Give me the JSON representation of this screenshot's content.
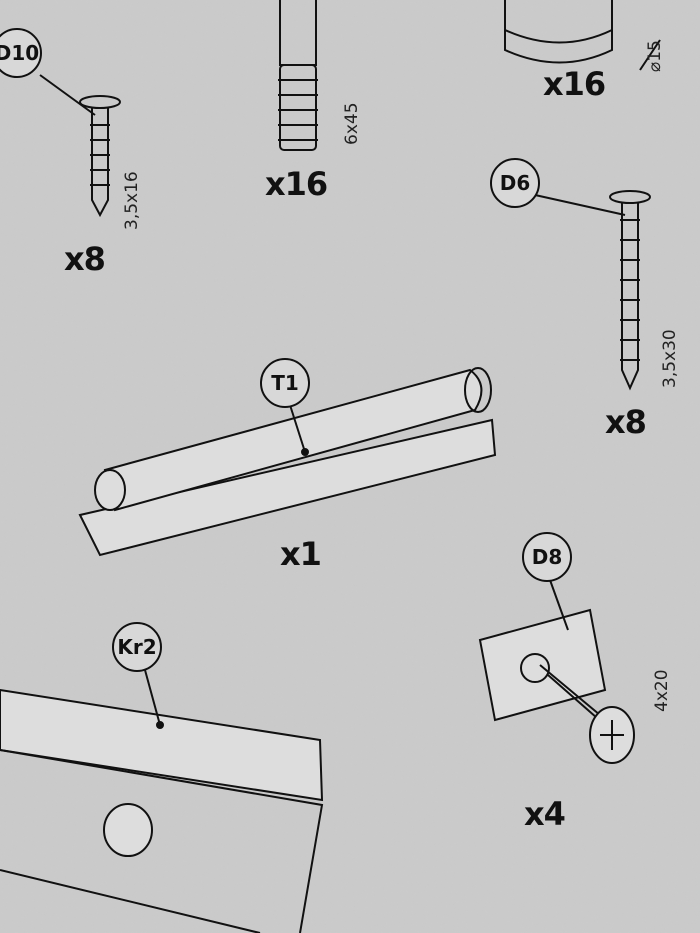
{
  "parts": [
    {
      "id": "D10",
      "size": "3,5x16",
      "qty": "x8"
    },
    {
      "id": "",
      "size": "6x45",
      "qty": "x16"
    },
    {
      "id": "",
      "size": "⌀15",
      "qty": "x16"
    },
    {
      "id": "D6",
      "size": "3,5x30",
      "qty": "x8"
    },
    {
      "id": "T1",
      "size": "",
      "qty": "x1"
    },
    {
      "id": "D8",
      "size": "4x20",
      "qty": "x4"
    },
    {
      "id": "Kr2",
      "size": "",
      "qty": ""
    }
  ],
  "colors": {
    "paper": "#c9c9c9",
    "ink": "#111111"
  }
}
